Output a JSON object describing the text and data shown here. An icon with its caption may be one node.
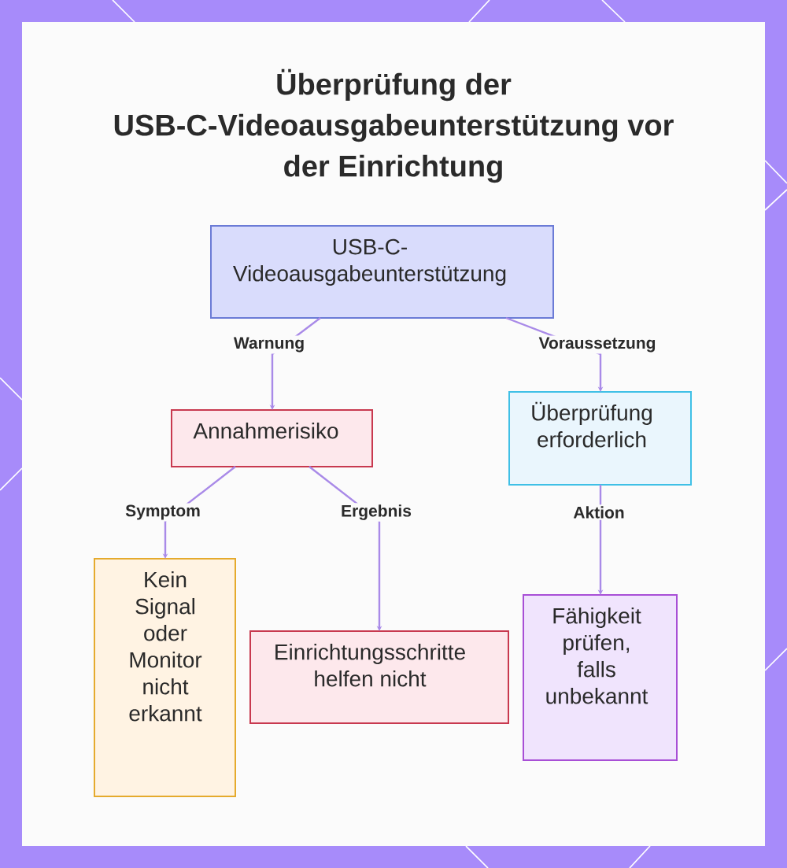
{
  "diagram": {
    "title": "Überprüfung der USB-C-Videoausgabeunterstützung vor der Einrichtung",
    "nodes": [
      {
        "text": [
          "USB-C- Videoausgabeunterstützung"
        ]
      },
      {
        "text": [
          "Annahmerisiko"
        ]
      },
      {
        "text": [
          "Überprüfung erforderlich"
        ]
      },
      {
        "text": [
          "Kein Signal oder Monitor nicht erkannt"
        ]
      },
      {
        "text": [
          "Einrichtungsschritte helfen nicht"
        ]
      },
      {
        "text": [
          "Fähigkeit prüfen, falls unbekannt"
        ]
      }
    ],
    "edges": [
      {
        "from": 0,
        "to": 1,
        "arrow": "to",
        "label": "Warnung"
      },
      {
        "from": 0,
        "to": 2,
        "arrow": "to",
        "label": "Voraussetzung"
      },
      {
        "from": 1,
        "to": 3,
        "arrow": "to",
        "label": "Symptom"
      },
      {
        "from": 1,
        "to": 4,
        "arrow": "to",
        "label": "Ergebnis"
      },
      {
        "from": 2,
        "to": 5,
        "arrow": "to",
        "label": "Aktion"
      }
    ]
  }
}
